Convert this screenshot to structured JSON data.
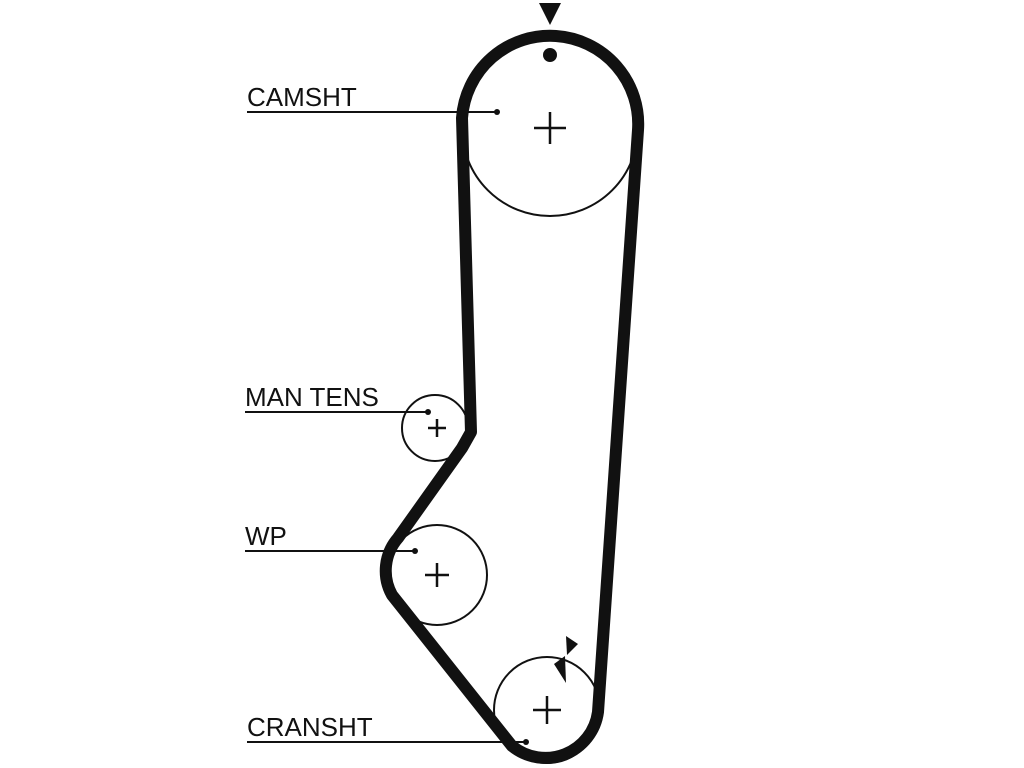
{
  "labels": {
    "camshaft": "CAMSHT",
    "manual_tensioner": "MAN TENS",
    "water_pump": "WP",
    "crankshaft": "CRANSHT"
  },
  "colors": {
    "ink": "#111111",
    "background": "#ffffff"
  },
  "icons": {
    "timing_mark_top": "triangle-down-icon",
    "timing_mark_crank": "bowtie-triangles-icon",
    "timing_dot": "dot-icon"
  }
}
